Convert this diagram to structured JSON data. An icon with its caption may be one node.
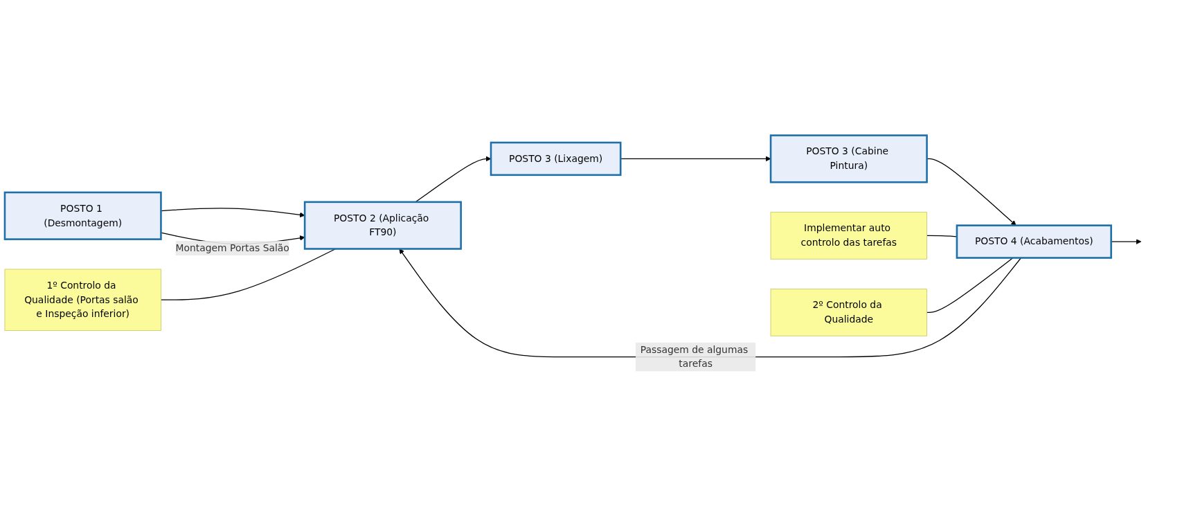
{
  "diagram": {
    "nodes": [
      {
        "text": [
          "POSTO 1 (Desmontagem)"
        ]
      },
      {
        "text": [
          "POSTO 2 (Aplicação FT90)"
        ]
      },
      {
        "text": [
          "POSTO 3 (Lixagem)"
        ]
      },
      {
        "text": [
          "POSTO 3 (Cabine Pintura)"
        ]
      },
      {
        "text": [
          "POSTO 4 (Acabamentos)"
        ]
      },
      {
        "text": [
          "2º Controlo da Qualidade"
        ]
      },
      {
        "text": [
          "1º Controlo da Qualidade (Portas salão e Inspeção inferior)"
        ]
      },
      {
        "text": [
          "Implementar auto controlo das tarefas"
        ]
      }
    ],
    "edges": [
      {
        "from": 0,
        "to": 1,
        "arrow": "to"
      },
      {
        "from": 0,
        "to": 1,
        "arrow": "to",
        "label": "Montagem Portas Salão"
      },
      {
        "from": 1,
        "to": 2,
        "arrow": "to"
      },
      {
        "from": 2,
        "to": 3,
        "arrow": "to"
      },
      {
        "from": 3,
        "to": 4,
        "arrow": "to"
      },
      {
        "from": 4,
        "to": 1,
        "arrow": "to",
        "label": "Passagem de algumas tarefas"
      },
      {
        "from": 4,
        "to": null,
        "arrow": "to"
      },
      {
        "from": 6,
        "to": 1,
        "arrow": "none"
      },
      {
        "from": 7,
        "to": 4,
        "arrow": "none"
      },
      {
        "from": 5,
        "to": 4,
        "arrow": "none"
      }
    ]
  }
}
